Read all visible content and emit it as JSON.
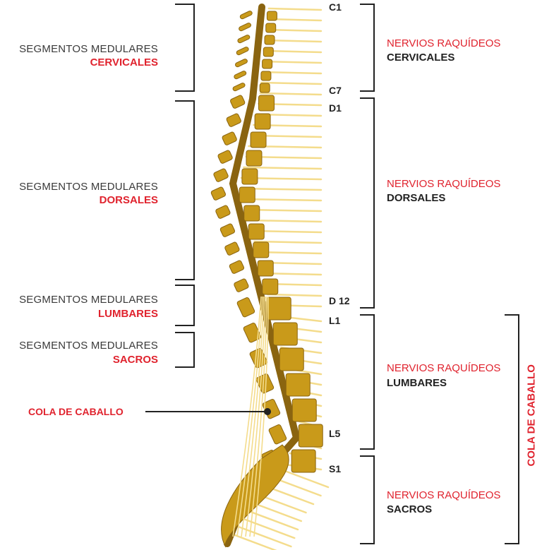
{
  "segments": {
    "cervicales": {
      "line1": "SEGMENTOS MEDULARES",
      "line2": "CERVICALES"
    },
    "dorsales": {
      "line1": "SEGMENTOS MEDULARES",
      "line2": "DORSALES"
    },
    "lumbares": {
      "line1": "SEGMENTOS MEDULARES",
      "line2": "LUMBARES"
    },
    "sacros": {
      "line1": "SEGMENTOS MEDULARES",
      "line2": "SACROS"
    }
  },
  "nerves": {
    "cervicales": {
      "line1": "NERVIOS RAQUÍDEOS",
      "line2": "CERVICALES"
    },
    "dorsales": {
      "line1": "NERVIOS RAQUÍDEOS",
      "line2": "DORSALES"
    },
    "lumbares": {
      "line1": "NERVIOS RAQUÍDEOS",
      "line2": "LUMBARES"
    },
    "sacros": {
      "line1": "NERVIOS RAQUÍDEOS",
      "line2": "SACROS"
    }
  },
  "levels": {
    "c1": "C1",
    "c7": "C7",
    "d1": "D1",
    "d12": "D 12",
    "l1": "L1",
    "l5": "L5",
    "s1": "S1"
  },
  "cauda": {
    "pointer_label": "COLA DE CABALLO",
    "vertical_label": "COLA DE CABALLO"
  },
  "colors": {
    "accent_red": "#e0232e",
    "bone": "#c99a1a",
    "bone_dark": "#8a6410",
    "nerve": "#f4dc8c",
    "bracket": "#222222"
  }
}
